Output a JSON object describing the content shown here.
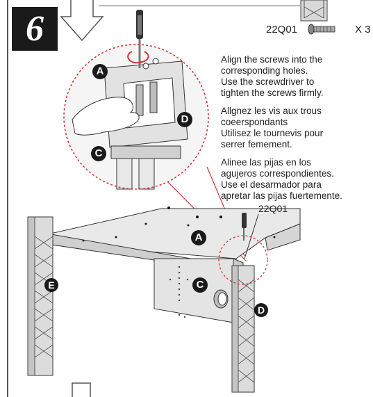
{
  "step": {
    "number": "6"
  },
  "parts": {
    "code": "22Q01",
    "quantity": "X 3",
    "icon": "screw-icon"
  },
  "instructions": {
    "english": [
      "Align the screws into the",
      "corresponding holes.",
      "Use the screwdriver to",
      "tighten the screws firmly."
    ],
    "french": [
      "Allgnez les vis aux trous",
      "coeerspondants",
      "Utilisez le tournevis pour",
      "serrer femement."
    ],
    "spanish": [
      "Alinee las pijas en los",
      "agujeros correspondientes.",
      "Use el desarmador para",
      "apretar las pijas fuertemente."
    ]
  },
  "callout": {
    "label": "22Q01"
  },
  "part_labels": {
    "a": "A",
    "c": "C",
    "d": "D",
    "e": "E"
  },
  "colors": {
    "callout_circle": "#d9333a",
    "badge": "#1a1a1a",
    "panel": "#e4e4e4"
  }
}
